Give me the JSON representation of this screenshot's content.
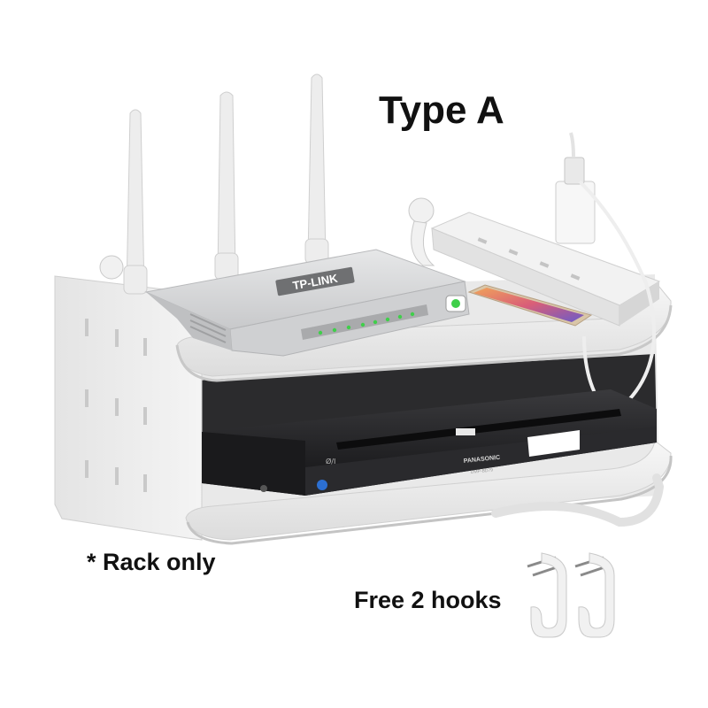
{
  "title": "Type A",
  "note": "* Rack only",
  "hooks_label": "Free 2 hooks",
  "router_brand": "TP-LINK",
  "player_brand": "PANASONIC",
  "player_model": "DMP-BD79",
  "colors": {
    "rack": "#eeeeee",
    "router": "#d9dadb",
    "player": "#1c1c1e",
    "led": "#3fcf4a"
  }
}
